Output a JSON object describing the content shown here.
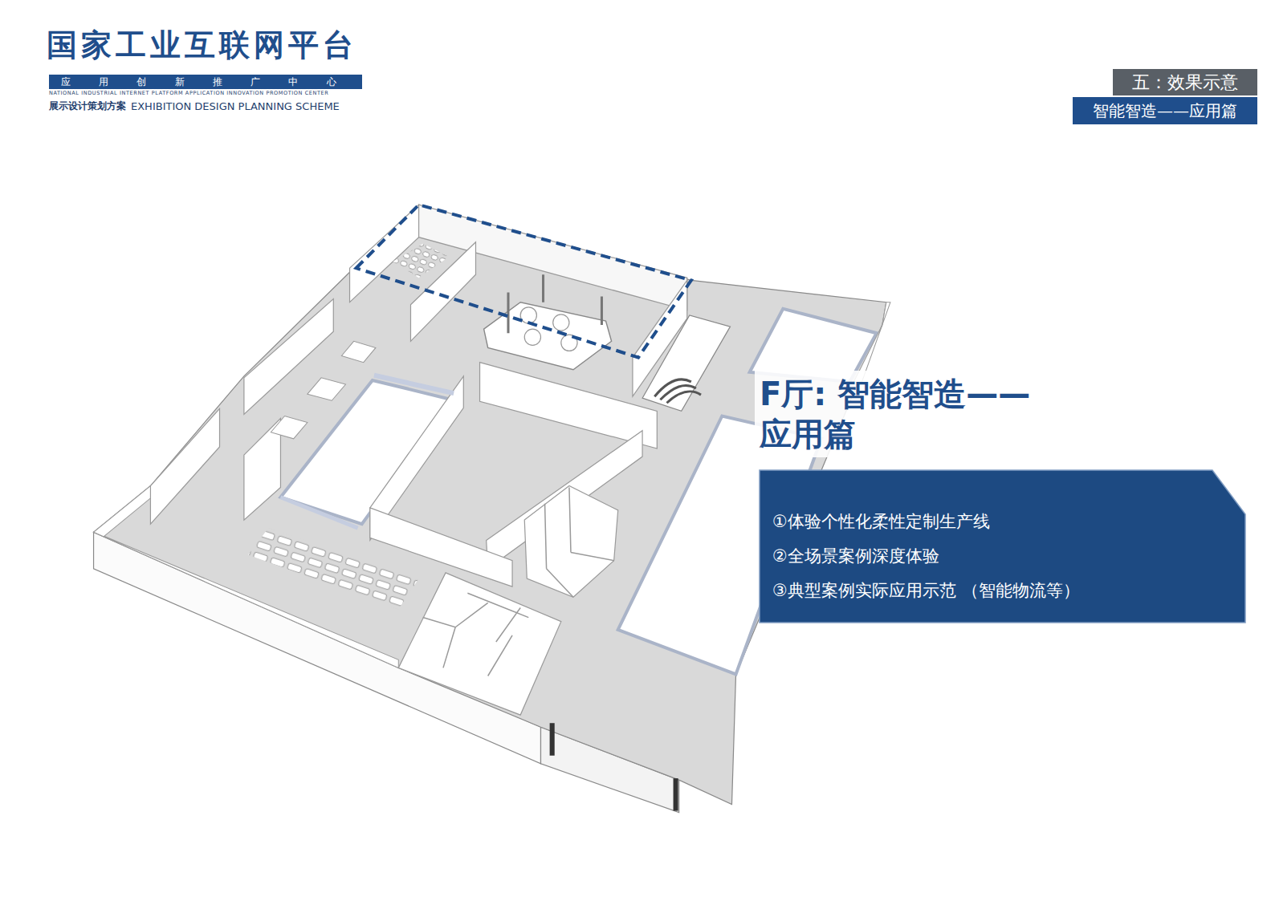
{
  "diagram": {
    "nodes": [
      {
        "text": [
          "应用创新推广中心"
        ]
      },
      {
        "text": [
          "五：效果示意"
        ]
      },
      {
        "text": [
          "智能智造——应用篇"
        ]
      },
      {
        "text": [
          "F厅: 智能智造——应用篇",
          "①体验个性化柔性定制生产线",
          "②全场景案例深度体验",
          "③典型案例实际应用示范 （智能物流等）"
        ]
      }
    ],
    "labels": [
      "国家工业互联网平台",
      "NATIONAL INDUSTRIAL INTERNET PLATFORM APPLICATION INNOVATION PROMOTION CENTER",
      "展示设计策划方案",
      "EXHIBITION DESIGN PLANNING SCHEME"
    ]
  }
}
